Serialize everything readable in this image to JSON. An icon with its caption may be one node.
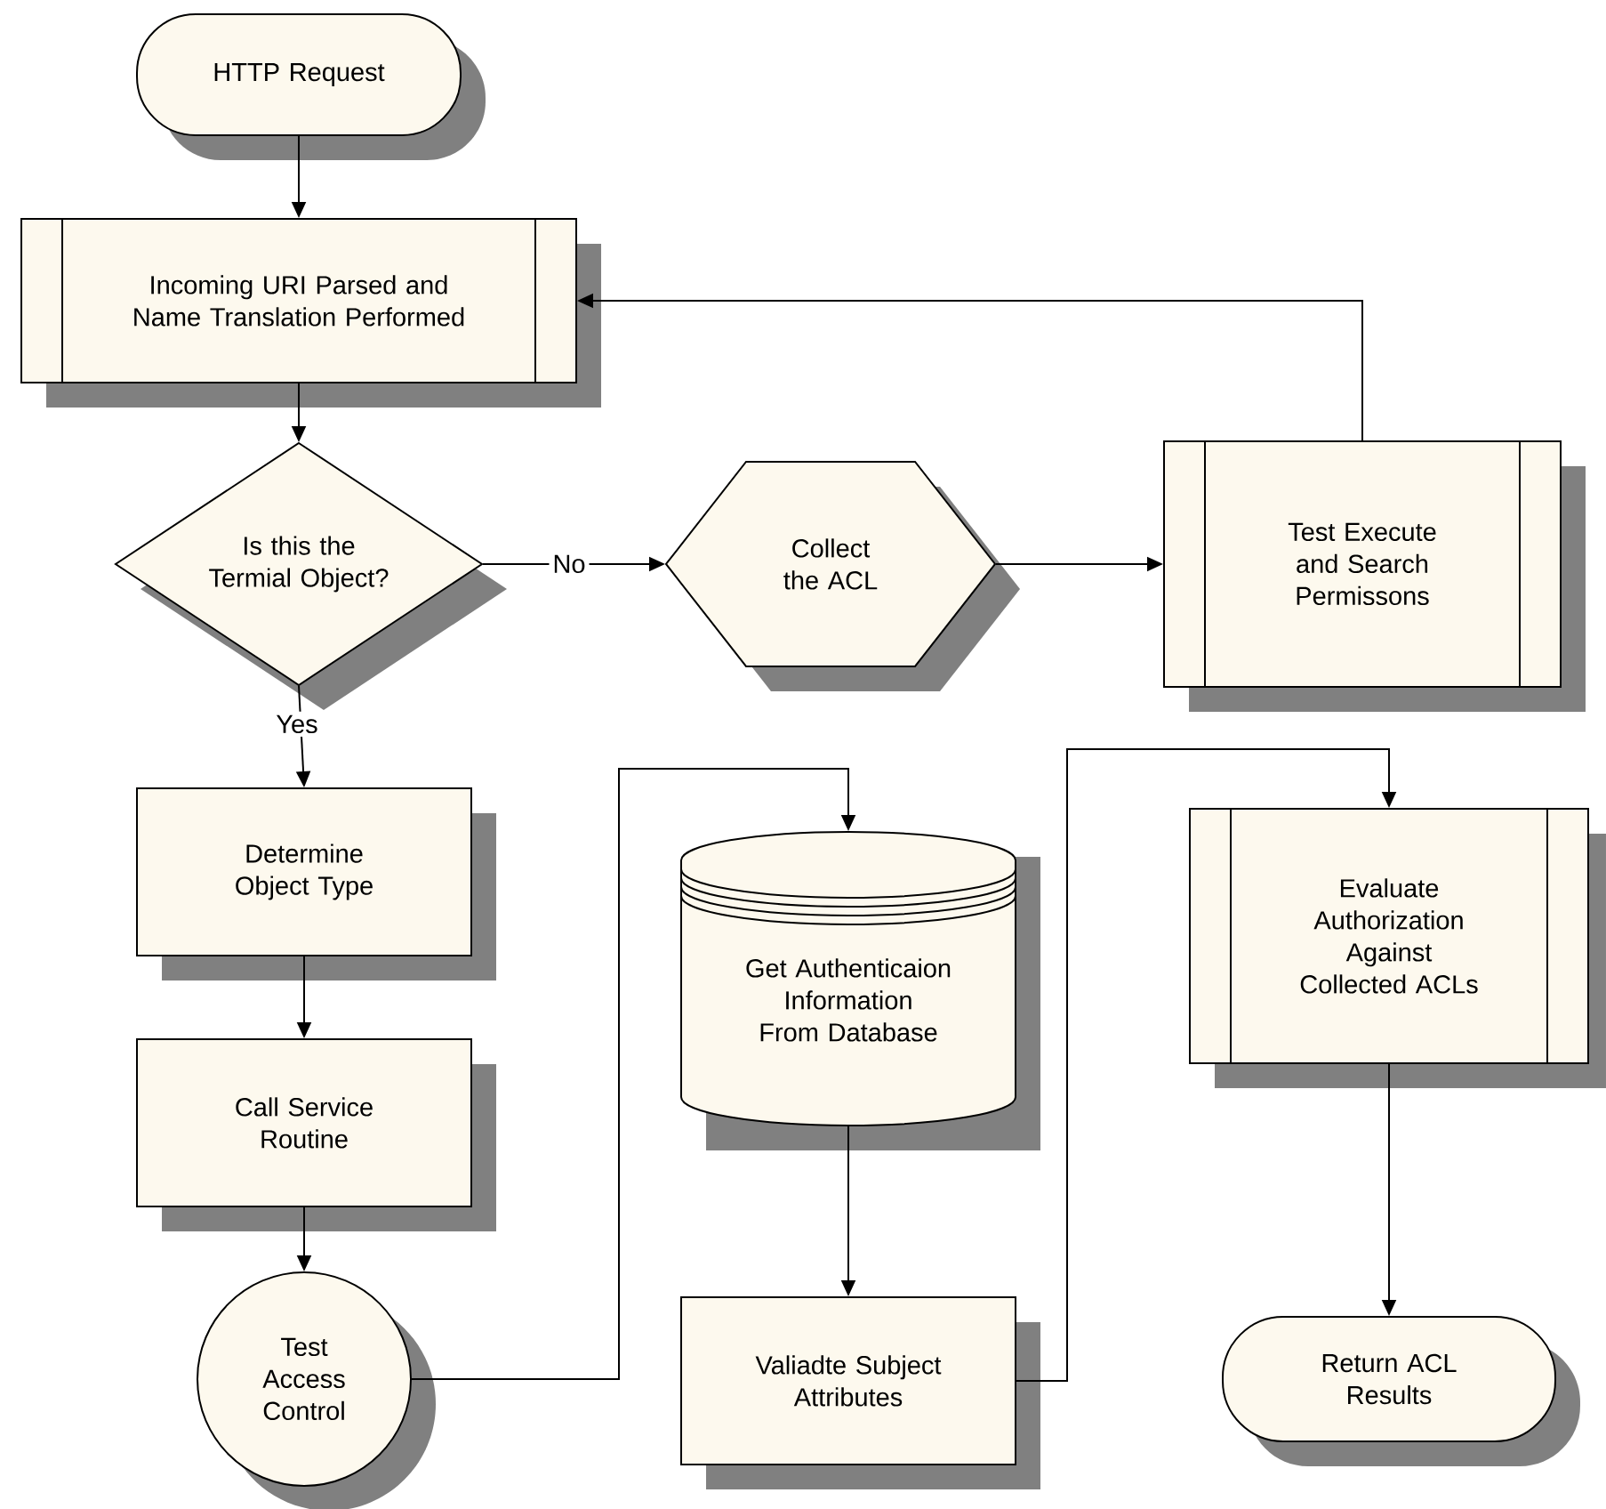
{
  "diagram": {
    "nodes": [
      {
        "text": [
          "HTTP Request"
        ]
      },
      {
        "text": [
          "Incoming URI  Parsed and Name Translation Performed"
        ]
      },
      {
        "text": [
          "Is this the Termial Object?"
        ]
      },
      {
        "text": [
          "Collect the ACL"
        ]
      },
      {
        "text": [
          "Test  Execute and Search Permissons"
        ]
      },
      {
        "text": [
          "Determine Object Type"
        ]
      },
      {
        "text": [
          "Call Service Routine"
        ]
      },
      {
        "text": [
          "Test Access Control"
        ]
      },
      {
        "text": [
          "Get Authenticaion Information From Database"
        ]
      },
      {
        "text": [
          "Valiadte Subject Attributes"
        ]
      },
      {
        "text": [
          "Evaluate Authorization Against Collected ACLs"
        ]
      },
      {
        "text": [
          "Return ACL Results"
        ]
      }
    ],
    "edges": [
      {
        "from": 0,
        "to": 1,
        "arrow": "to"
      },
      {
        "from": 1,
        "to": 2,
        "arrow": "to"
      },
      {
        "from": 2,
        "to": 3,
        "arrow": "to",
        "label": "No"
      },
      {
        "from": 3,
        "to": 4,
        "arrow": "to"
      },
      {
        "from": 4,
        "to": 1,
        "arrow": "to"
      },
      {
        "from": 2,
        "to": 5,
        "arrow": "to",
        "label": "Yes"
      },
      {
        "from": 5,
        "to": 6,
        "arrow": "to"
      },
      {
        "from": 6,
        "to": 7,
        "arrow": "to"
      },
      {
        "from": 7,
        "to": 8,
        "arrow": "to"
      },
      {
        "from": 8,
        "to": 9,
        "arrow": "to"
      },
      {
        "from": 9,
        "to": 10,
        "arrow": "to"
      },
      {
        "from": 10,
        "to": 11,
        "arrow": "to"
      }
    ]
  }
}
